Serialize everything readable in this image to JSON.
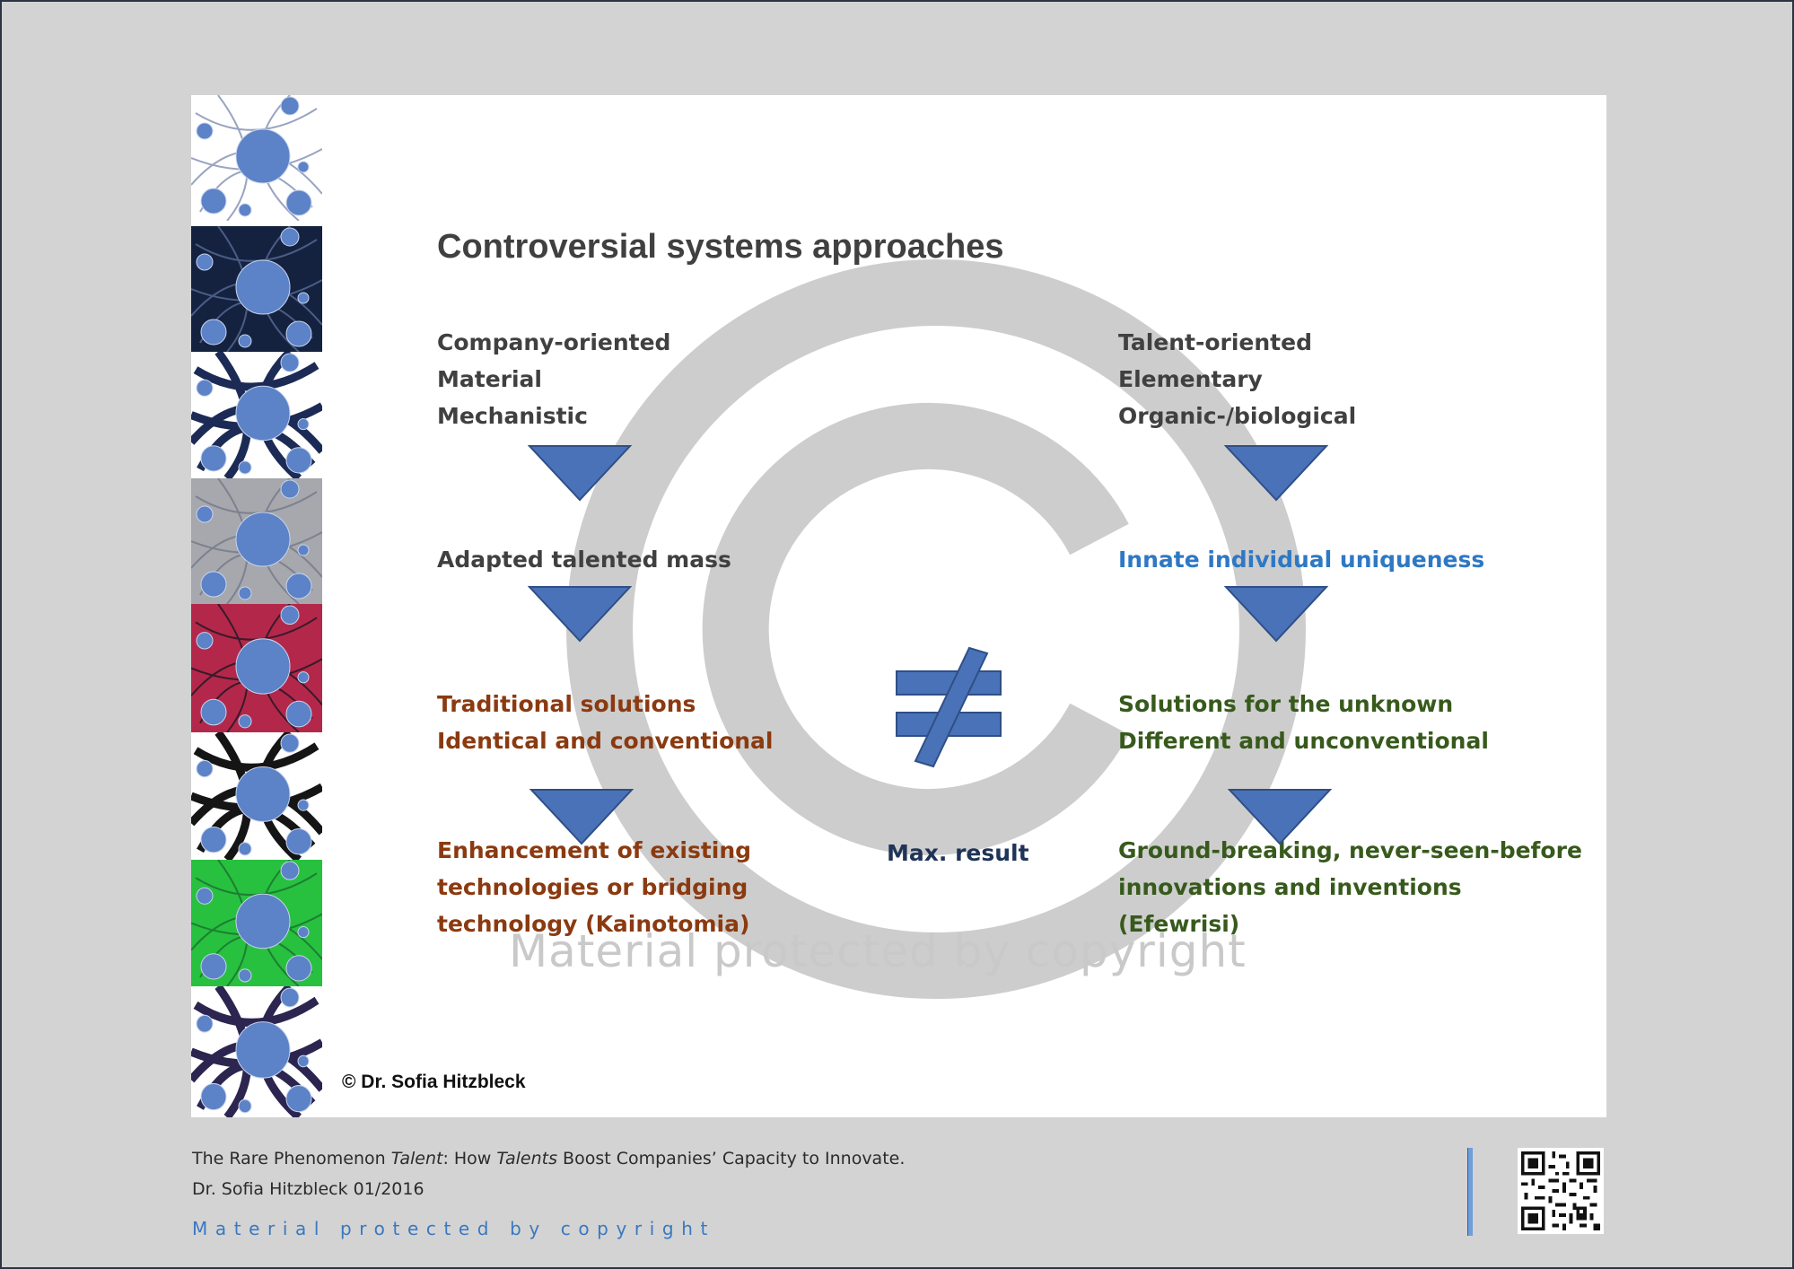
{
  "title": "Controversial systems approaches",
  "left_column": {
    "header_lines": [
      "Company-oriented",
      "Material",
      "Mechanistic"
    ],
    "step2": "Adapted talented mass",
    "step3_lines": [
      "Traditional solutions",
      "Identical and conventional"
    ],
    "step4_lines": [
      "Enhancement of existing",
      "technologies or bridging",
      "technology (Kainotomia)"
    ]
  },
  "right_column": {
    "header_lines": [
      "Talent-oriented",
      "Elementary",
      "Organic-/biological"
    ],
    "step2": "Innate individual uniqueness",
    "step3_lines": [
      "Solutions for the unknown",
      "Different and unconventional"
    ],
    "step4_lines": [
      "Ground-breaking, never-seen-before",
      "innovations and inventions",
      "(Efewrisi)"
    ]
  },
  "center": {
    "symbol": "≠",
    "label": "Max. result"
  },
  "author": "© Dr. Sofia Hitzbleck",
  "watermark": {
    "slide": "Material protected by copyright",
    "symbol": "©"
  },
  "footer": {
    "line1_parts": [
      "The Rare Phenomenon ",
      "Talent",
      ": How ",
      "Talents",
      " Boost Companies’ Capacity to Innovate."
    ],
    "line2": "Dr. Sofia Hitzbleck 01/2016",
    "copyright": "Material protected by copyright"
  },
  "colors": {
    "frame_bg": "#d3d3d3",
    "arrow_fill": "#4a72b8",
    "text_grey": "#404040",
    "text_blue": "#2e78c4",
    "text_brown": "#8b3a10",
    "text_green": "#375a1c",
    "text_navy": "#1f3457"
  },
  "strip_tiles": [
    {
      "name": "strip-tile-white-network",
      "bg": "#ffffff",
      "line": "#9aa4c0"
    },
    {
      "name": "strip-tile-dark-navy",
      "bg": "#14223f",
      "line": "#4a5c86"
    },
    {
      "name": "strip-tile-navy-shapes",
      "bg": "#ffffff",
      "line": "#1c2b55"
    },
    {
      "name": "strip-tile-grey-dots",
      "bg": "#a6a8ad",
      "line": "#7d8190"
    },
    {
      "name": "strip-tile-crimson",
      "bg": "#b3284a",
      "line": "#3a1a2a"
    },
    {
      "name": "strip-tile-black-white",
      "bg": "#ffffff",
      "line": "#151515"
    },
    {
      "name": "strip-tile-green",
      "bg": "#27c13f",
      "line": "#1d7f33"
    },
    {
      "name": "strip-tile-purple-shapes",
      "bg": "#ffffff",
      "line": "#2b2550"
    }
  ]
}
